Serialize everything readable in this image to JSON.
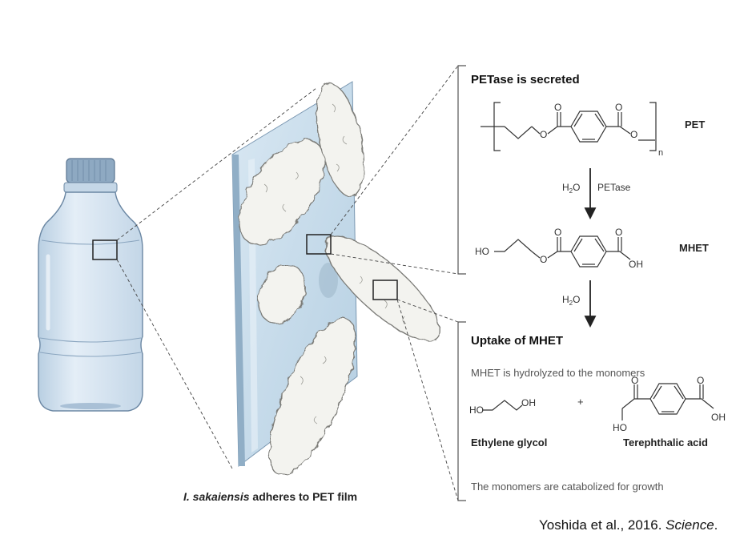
{
  "caption": {
    "italic": "I. sakaiensis",
    "rest": " adheres to PET film"
  },
  "credit": {
    "authors": "Yoshida et al., 2016. ",
    "journal": "Science",
    "period": "."
  },
  "panel": {
    "heading1": "PETase is secreted",
    "pet_label": "PET",
    "repeat_n": "n",
    "arrow1": {
      "water": "H",
      "water_sub": "2",
      "water_o": "O",
      "enzyme": "PETase"
    },
    "mhet_label": "MHET",
    "arrow2": {
      "water": "H",
      "water_sub": "2",
      "water_o": "O"
    },
    "heading2": "Uptake of MHET",
    "hydrolysis_text": "MHET is hydrolyzed to the monomers",
    "plus": "+",
    "ethylene_glycol": "Ethylene glycol",
    "terephthalic_acid": "Terephthalic acid",
    "catabolized_text": "The monomers are catabolized for growth"
  },
  "atoms": {
    "O": "O",
    "HO": "HO",
    "OH": "OH"
  },
  "colors": {
    "bottle": "#d8e6f2",
    "film": "#c6dbea",
    "bacteria": "#f2f2ef",
    "line": "#3a3a3a"
  }
}
